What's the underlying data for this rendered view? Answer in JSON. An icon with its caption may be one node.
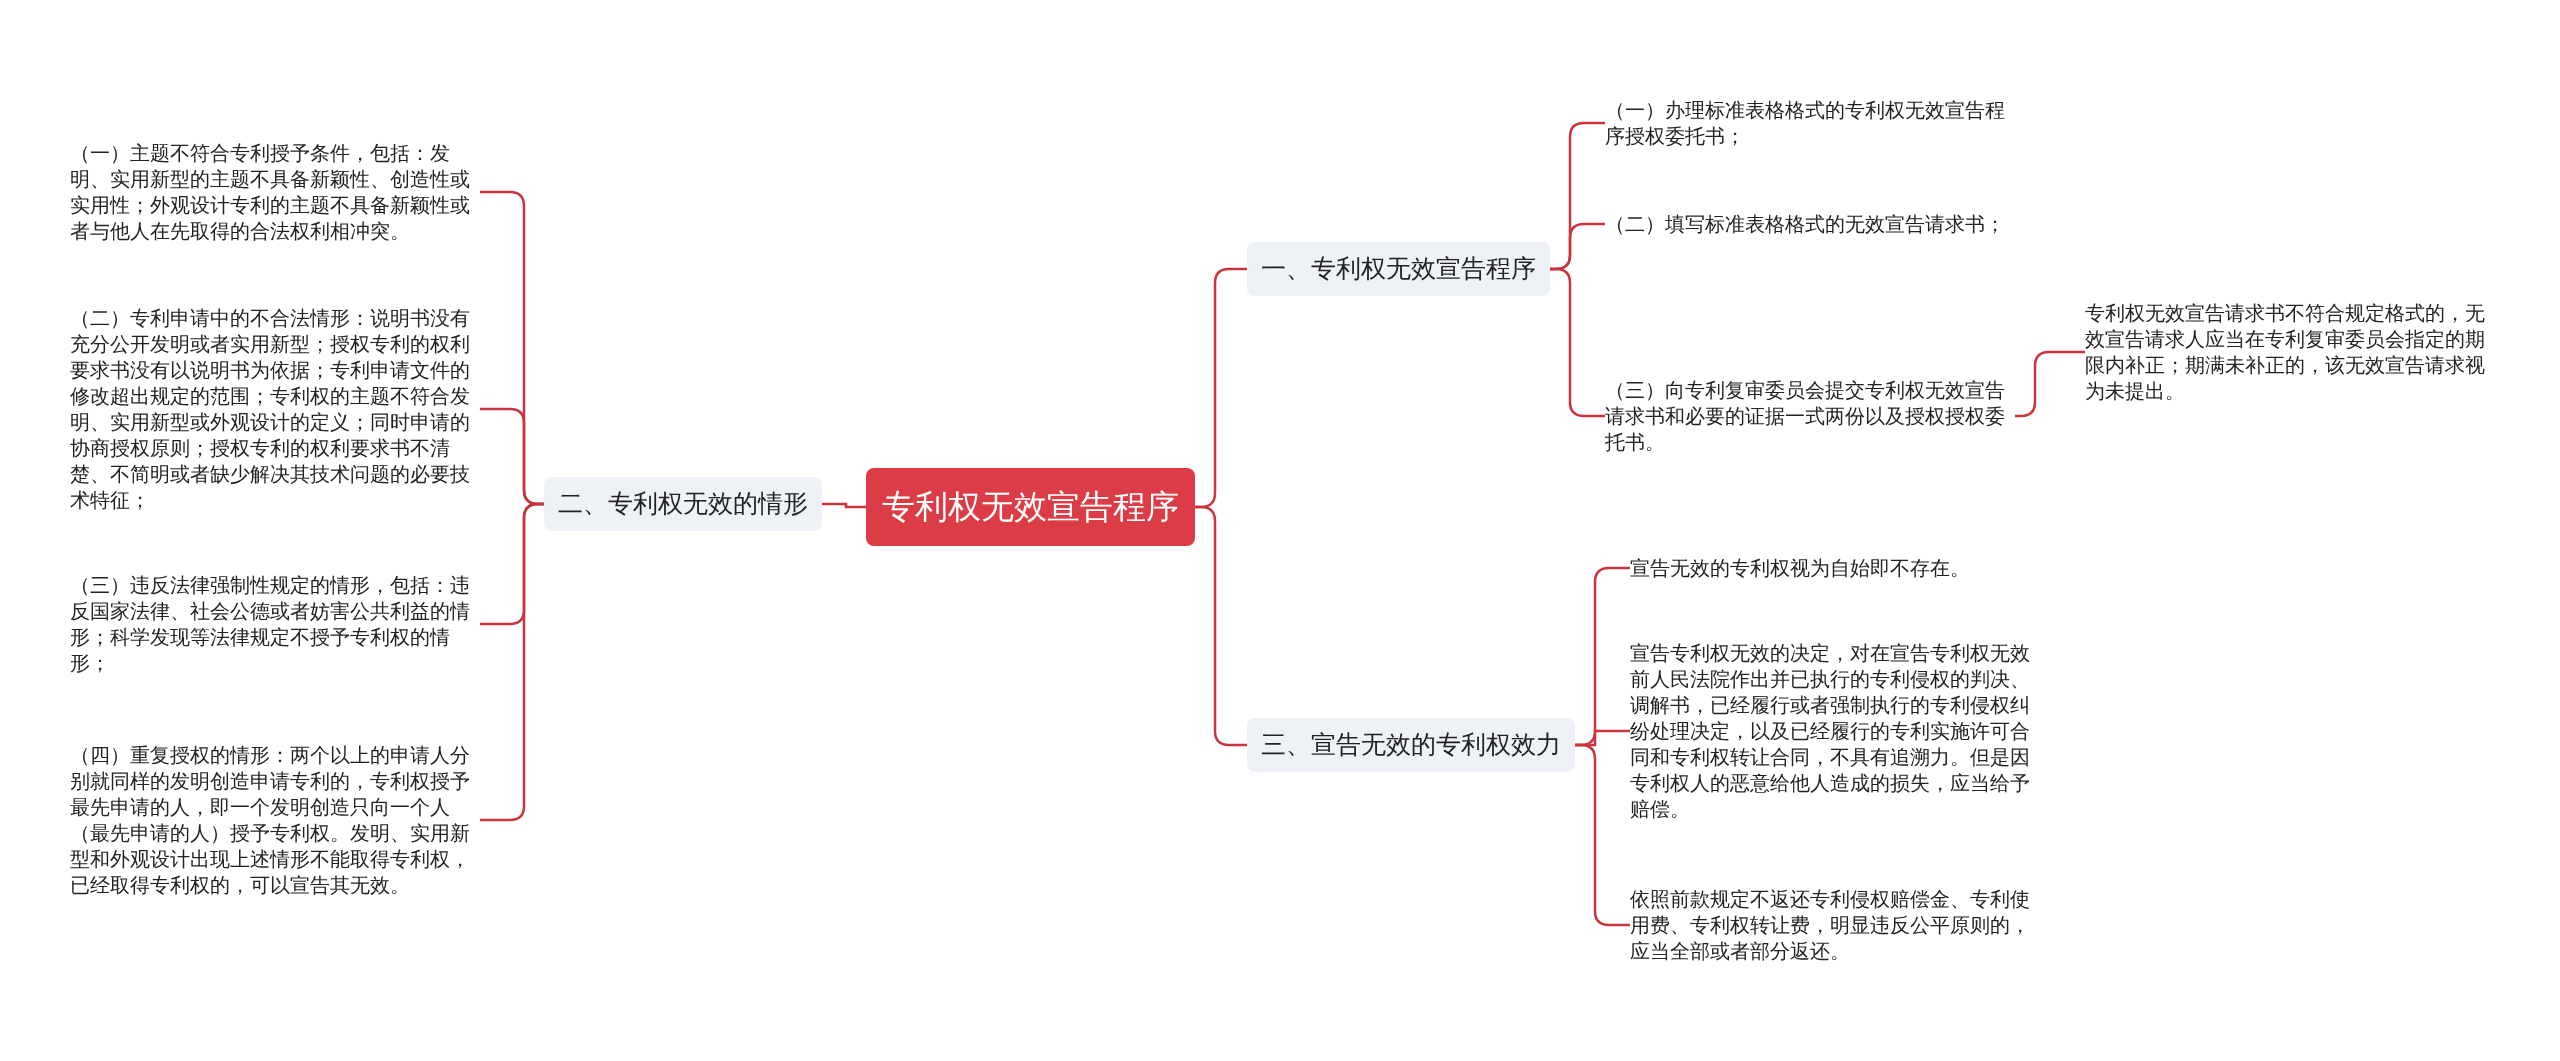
{
  "diagram": {
    "nodes": [
      {
        "text": [
          "专利权无效宣告程序"
        ]
      },
      {
        "text": [
          "一、专利权无效宣告程序"
        ]
      },
      {
        "text": [
          "（一）办理标准表格格式的专利权无效宣告程序授权委托书；"
        ]
      },
      {
        "text": [
          "（二）填写标准表格格式的无效宣告请求书；"
        ]
      },
      {
        "text": [
          "（三）向专利复审委员会提交专利权无效宣告请求书和必要的证据一式两份以及授权授权委托书。"
        ]
      },
      {
        "text": [
          "专利权无效宣告请求书不符合规定格式的，无效宣告请求人应当在专利复审委员会指定的期限内补正；期满未补正的，该无效宣告请求视为未提出。"
        ]
      },
      {
        "text": [
          "二、专利权无效的情形"
        ]
      },
      {
        "text": [
          "（一）主题不符合专利授予条件，包括：发明、实用新型的主题不具备新颖性、创造性或实用性；外观设计专利的主题不具备新颖性或者与他人在先取得的合法权利相冲突。"
        ]
      },
      {
        "text": [
          "（二）专利申请中的不合法情形：说明书没有充分公开发明或者实用新型；授权专利的权利要求书没有以说明书为依据；专利申请文件的修改超出规定的范围；专利权的主题不符合发明、实用新型或外观设计的定义；同时申请的协商授权原则；授权专利的权利要求书不清楚、不简明或者缺少解决其技术问题的必要技术特征；"
        ]
      },
      {
        "text": [
          "（三）违反法律强制性规定的情形，包括：违反国家法律、社会公德或者妨害公共利益的情形；科学发现等法律规定不授予专利权的情形；"
        ]
      },
      {
        "text": [
          "（四）重复授权的情形：两个以上的申请人分别就同样的发明创造申请专利的，专利权授予最先申请的人，即一个发明创造只向一个人（最先申请的人）授予专利权。发明、实用新型和外观设计出现上述情形不能取得专利权，已经取得专利权的，可以宣告其无效。"
        ]
      },
      {
        "text": [
          "三、宣告无效的专利权效力"
        ]
      },
      {
        "text": [
          "宣告无效的专利权视为自始即不存在。"
        ]
      },
      {
        "text": [
          "宣告专利权无效的决定，对在宣告专利权无效前人民法院作出并已执行的专利侵权的判决、调解书，已经履行或者强制执行的专利侵权纠纷处理决定，以及已经履行的专利实施许可合同和专利权转让合同，不具有追溯力。但是因专利权人的恶意给他人造成的损失，应当给予赔偿。"
        ]
      },
      {
        "text": [
          "依照前款规定不返还专利侵权赔偿金、专利使用费、专利权转让费，明显违反公平原则的，应当全部或者部分返还。"
        ]
      }
    ],
    "edges": [
      {
        "from": 0,
        "to": 1,
        "arrow": "none"
      },
      {
        "from": 1,
        "to": 2,
        "arrow": "none"
      },
      {
        "from": 1,
        "to": 3,
        "arrow": "none"
      },
      {
        "from": 1,
        "to": 4,
        "arrow": "none"
      },
      {
        "from": 4,
        "to": 5,
        "arrow": "none"
      },
      {
        "from": 0,
        "to": 6,
        "arrow": "none"
      },
      {
        "from": 6,
        "to": 7,
        "arrow": "none"
      },
      {
        "from": 6,
        "to": 8,
        "arrow": "none"
      },
      {
        "from": 6,
        "to": 9,
        "arrow": "none"
      },
      {
        "from": 6,
        "to": 10,
        "arrow": "none"
      },
      {
        "from": 0,
        "to": 11,
        "arrow": "none"
      },
      {
        "from": 11,
        "to": 12,
        "arrow": "none"
      },
      {
        "from": 11,
        "to": 13,
        "arrow": "none"
      },
      {
        "from": 11,
        "to": 14,
        "arrow": "none"
      }
    ]
  }
}
